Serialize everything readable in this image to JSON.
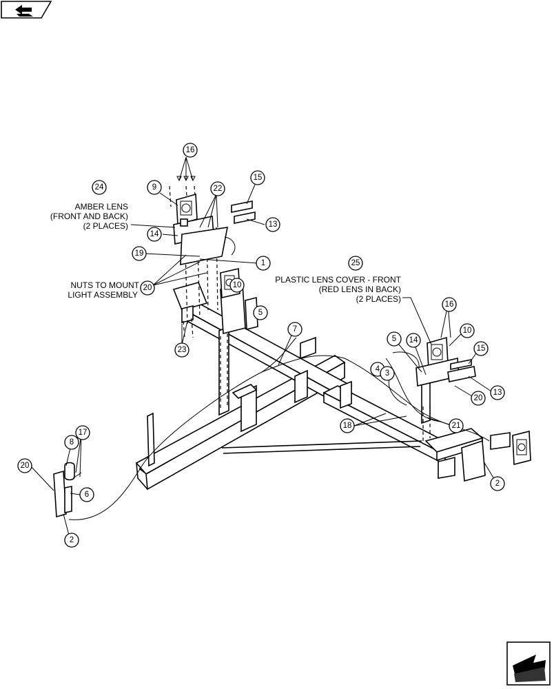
{
  "callouts": {
    "c1": "1",
    "c2a": "2",
    "c2b": "2",
    "c3": "3",
    "c4": "4",
    "c5a": "5",
    "c5b": "5",
    "c6": "6",
    "c7": "7",
    "c8": "8",
    "c9": "9",
    "c10a": "10",
    "c10b": "10",
    "c13a": "13",
    "c13b": "13",
    "c14a": "14",
    "c14b": "14",
    "c15a": "15",
    "c15b": "15",
    "c16a": "16",
    "c16b": "16",
    "c17": "17",
    "c18": "18",
    "c19": "19",
    "c20a": "20",
    "c20b": "20",
    "c20c": "20",
    "c21": "21",
    "c22": "22",
    "c23": "23",
    "c24": "24",
    "c25": "25"
  },
  "notes": {
    "amber_1": "AMBER LENS",
    "amber_2": "(FRONT AND BACK)",
    "amber_3": "(2 PLACES)",
    "nuts_1": "NUTS TO MOUNT",
    "nuts_2": "LIGHT ASSEMBLY",
    "plastic_1": "PLASTIC LENS COVER - FRONT",
    "plastic_2": "(RED LENS IN BACK)",
    "plastic_3": "(2 PLACES)"
  },
  "icons": {
    "top_left": "previous-page-arrow-icon",
    "bottom_right": "next-page-arrow-icon"
  }
}
